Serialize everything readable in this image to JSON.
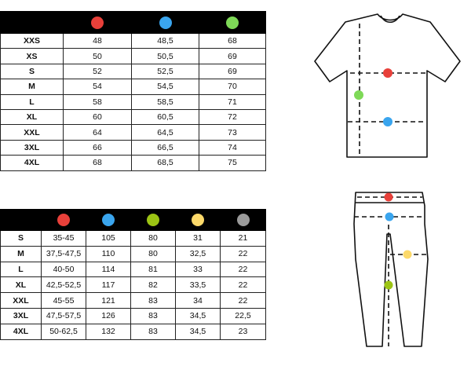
{
  "colors": {
    "red": "#e8403a",
    "blue": "#3aa5ee",
    "green": "#7ed957",
    "lime": "#9cc414",
    "yellow": "#fcd96a",
    "gray": "#9a9a9a"
  },
  "tshirt": {
    "header_dots": [
      "red",
      "blue",
      "green"
    ],
    "rows": [
      [
        "XXS",
        "48",
        "48,5",
        "68"
      ],
      [
        "XS",
        "50",
        "50,5",
        "69"
      ],
      [
        "S",
        "52",
        "52,5",
        "69"
      ],
      [
        "M",
        "54",
        "54,5",
        "70"
      ],
      [
        "L",
        "58",
        "58,5",
        "71"
      ],
      [
        "XL",
        "60",
        "60,5",
        "72"
      ],
      [
        "XXL",
        "64",
        "64,5",
        "73"
      ],
      [
        "3XL",
        "66",
        "66,5",
        "74"
      ],
      [
        "4XL",
        "68",
        "68,5",
        "75"
      ]
    ],
    "diagram_icon": "tshirt-outline-icon"
  },
  "pants": {
    "header_dots": [
      "red",
      "blue",
      "lime",
      "yellow",
      "gray"
    ],
    "rows": [
      [
        "S",
        "35-45",
        "105",
        "80",
        "31",
        "21"
      ],
      [
        "M",
        "37,5-47,5",
        "110",
        "80",
        "32,5",
        "22"
      ],
      [
        "L",
        "40-50",
        "114",
        "81",
        "33",
        "22"
      ],
      [
        "XL",
        "42,5-52,5",
        "117",
        "82",
        "33,5",
        "22"
      ],
      [
        "XXL",
        "45-55",
        "121",
        "83",
        "34",
        "22"
      ],
      [
        "3XL",
        "47,5-57,5",
        "126",
        "83",
        "34,5",
        "22,5"
      ],
      [
        "4XL",
        "50-62,5",
        "132",
        "83",
        "34,5",
        "23"
      ]
    ],
    "diagram_icon": "pants-outline-icon"
  }
}
